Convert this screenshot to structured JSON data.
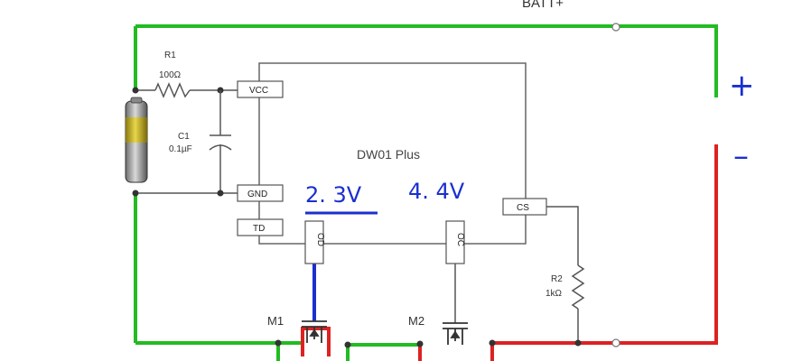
{
  "labels": {
    "bat_top": "BATT+",
    "r1_name": "R1",
    "r1_value": "100Ω",
    "c1_name": "C1",
    "c1_value": "0.1µF",
    "chip_name": "DW01 Plus",
    "pin_vcc": "VCC",
    "pin_gnd": "GND",
    "pin_td": "TD",
    "pin_od": "OD",
    "pin_oc": "OC",
    "pin_cs": "CS",
    "r2_name": "R2",
    "r2_value": "1kΩ",
    "m1": "M1",
    "m2": "M2",
    "v_od": "2. 3V",
    "v_oc": "4. 4V",
    "plus": "+",
    "minus": "–"
  },
  "colors": {
    "positive_wire": "#22bb22",
    "negative_wire": "#dd2222",
    "od_wire": "#1a2fd0",
    "annotation": "#1a2fd0",
    "schematic": "#555555"
  }
}
